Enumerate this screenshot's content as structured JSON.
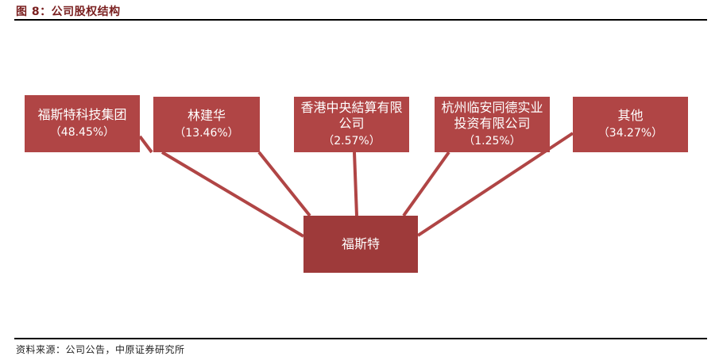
{
  "figure": {
    "title": "图 8：公司股权结构",
    "source": "资料来源：公司公告，中原证券研究所"
  },
  "diagram": {
    "shareholders": [
      {
        "name": "福斯特科技集团",
        "percent": "（48.45%）"
      },
      {
        "name": "林建华",
        "percent": "（13.46%）"
      },
      {
        "name": "香港中央結算有限公司",
        "percent": "（2.57%）"
      },
      {
        "name": "杭州临安同德实业投资有限公司",
        "percent": "（1.25%）"
      },
      {
        "name": "其他",
        "percent": "（34.27%）"
      }
    ],
    "company": {
      "name": "福斯特"
    },
    "colors": {
      "shareholder_fill": "#b04545",
      "company_fill": "#9e3a3a",
      "connector": "#b04545"
    }
  }
}
